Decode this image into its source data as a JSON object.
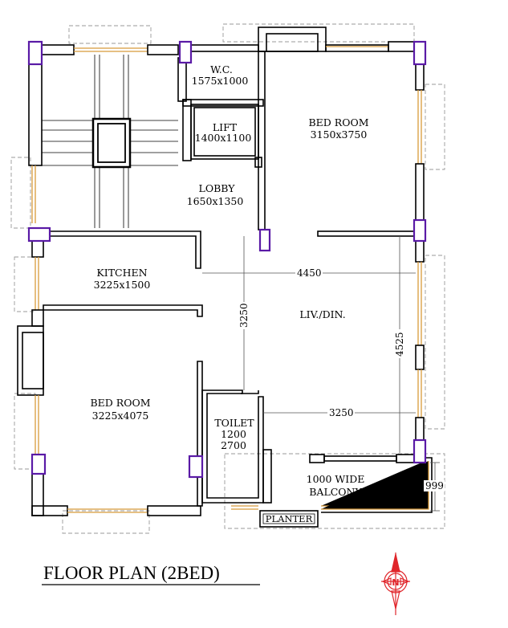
{
  "title": "FLOOR PLAN (2BED)",
  "rooms": {
    "wc": {
      "name": "W.C.",
      "size": "1575x1000"
    },
    "lift": {
      "name": "LIFT",
      "size": "1400x1100"
    },
    "bed1": {
      "name": "BED ROOM",
      "size": "3150x3750"
    },
    "lobby": {
      "name": "LOBBY",
      "size": "1650x1350"
    },
    "kitchen": {
      "name": "KITCHEN",
      "size": "3225x1500"
    },
    "living": {
      "name": "LIV./DIN."
    },
    "bed2": {
      "name": "BED ROOM",
      "size": "3225x4075"
    },
    "toilet": {
      "name": "TOILET",
      "w": "1200",
      "h": "2700"
    },
    "balcony": {
      "line1": "1000 WIDE",
      "line2": "BALCONY"
    },
    "planter": "PLANTER"
  },
  "dimensions": {
    "width_4450": "4450",
    "height_3250": "3250",
    "height_4525": "4525",
    "width_3250": "3250",
    "balcony_999": "999"
  },
  "compass": {
    "label": "N",
    "color": "#e0262b"
  },
  "colors": {
    "column": "#5a1aa6",
    "window": "#d89a3a"
  }
}
